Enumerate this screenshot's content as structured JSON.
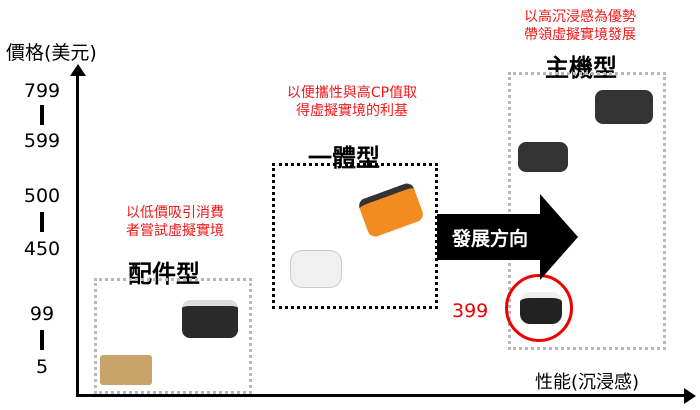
{
  "y_axis": {
    "label": "價格(美元)",
    "ticks": [
      "799",
      "599",
      "500",
      "450",
      "99",
      "5"
    ]
  },
  "x_axis": {
    "label": "性能(沉浸感)"
  },
  "categories": [
    {
      "title": "配件型",
      "description": [
        "以低價吸引消費",
        "者嘗試虛擬實境"
      ]
    },
    {
      "title": "一體型",
      "description": [
        "以便攜性與高CP值取",
        "得虛擬實境的利基"
      ]
    },
    {
      "title": "主機型",
      "description": [
        "以高沉浸感為優勢",
        "帶領虛擬實境發展"
      ]
    }
  ],
  "arrow": {
    "label": "發展方向"
  },
  "highlight_price": "399",
  "colors": {
    "accent": "#f01818",
    "box_gray": "#b8b8b8"
  }
}
